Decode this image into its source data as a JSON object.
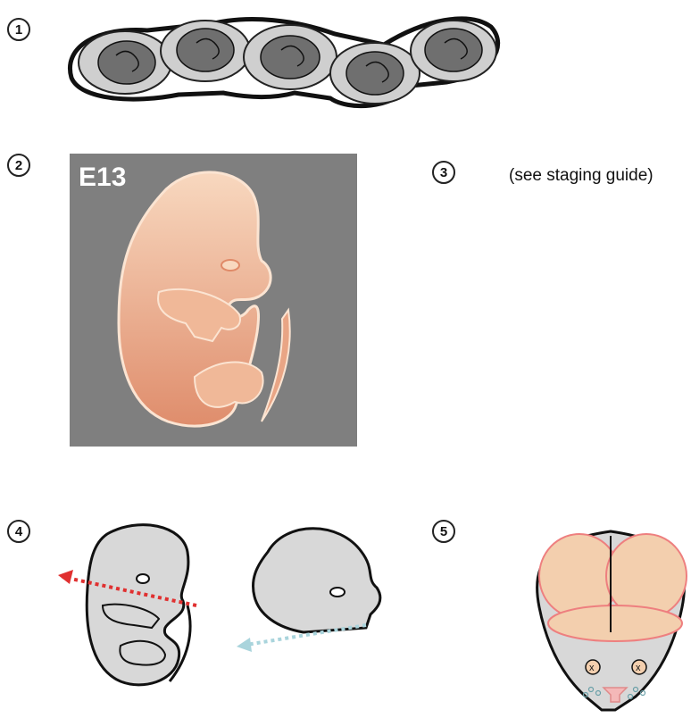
{
  "steps": [
    "1",
    "2",
    "3",
    "4",
    "5"
  ],
  "panel2": {
    "stage_label": "E13"
  },
  "step3": {
    "note": "(see staging guide)"
  },
  "colors": {
    "embryo_light": "#f5c8a8",
    "embryo_dark": "#e08a68",
    "panel_bg": "#7f7f7f",
    "outline_gray": "#d8d8d8",
    "red_arrow": "#e03030",
    "blue_arrow": "#a9d4dc",
    "brain_fill": "#f3cfae",
    "brain_outline": "#ee7f7f"
  },
  "icons": [
    "embryo-chain",
    "embryo-illustration",
    "red-arrow",
    "blue-arrow",
    "head-cross-section"
  ]
}
